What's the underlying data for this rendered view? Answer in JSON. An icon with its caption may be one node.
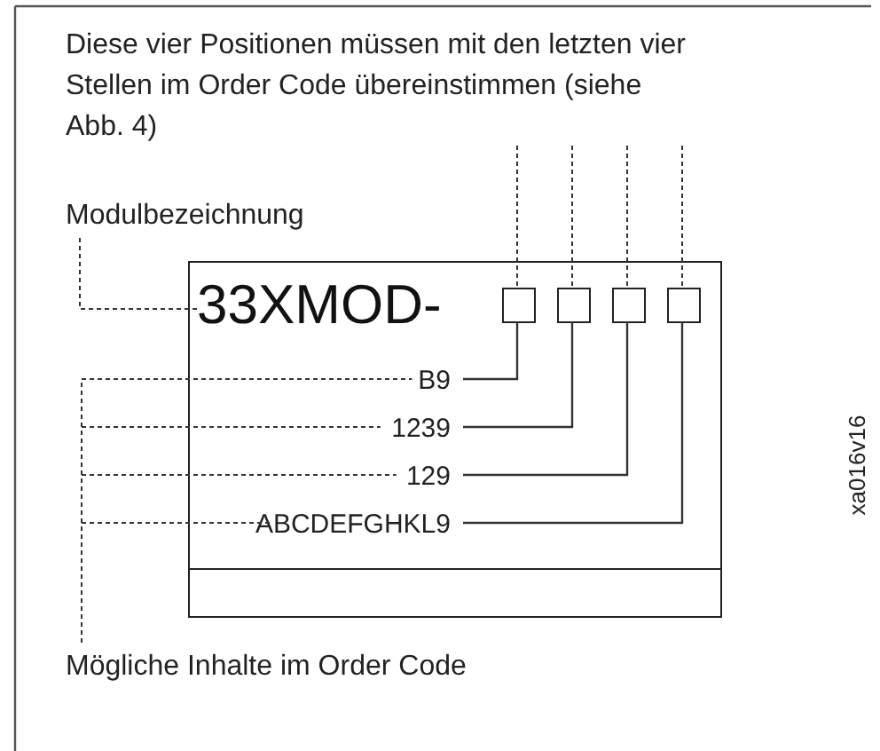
{
  "diagram": {
    "nodes": [
      {
        "text": [
          "Diese vier Positionen müssen mit den letzten vier Stellen im Order Code übereinstimmen (siehe Abb. 4)"
        ]
      },
      {
        "text": [
          "Modulbezeichnung"
        ]
      },
      {
        "text": [],
        "shape": "box"
      },
      {
        "text": [
          "33XMOD-"
        ],
        "in": 2
      },
      {
        "text": [],
        "shape": "box",
        "in": 2
      },
      {
        "text": [],
        "shape": "box",
        "in": 2
      },
      {
        "text": [],
        "shape": "box",
        "in": 2
      },
      {
        "text": [],
        "shape": "box",
        "in": 2
      },
      {
        "text": [
          "B9"
        ],
        "in": 2
      },
      {
        "text": [
          "1239"
        ],
        "in": 2
      },
      {
        "text": [
          "129"
        ],
        "in": 2
      },
      {
        "text": [
          "ABCDEFGHKL9"
        ],
        "in": 2
      },
      {
        "text": [
          "Mögliche Inhalte im Order Code"
        ]
      }
    ],
    "edges": [
      {
        "from": 4,
        "to": 0,
        "arrow": "none",
        "style": "dashed"
      },
      {
        "from": 5,
        "to": 0,
        "arrow": "none",
        "style": "dashed"
      },
      {
        "from": 6,
        "to": 0,
        "arrow": "none",
        "style": "dashed"
      },
      {
        "from": 7,
        "to": 0,
        "arrow": "none",
        "style": "dashed"
      },
      {
        "from": 1,
        "to": 3,
        "arrow": "none",
        "style": "dashed"
      },
      {
        "from": 8,
        "to": 4,
        "arrow": "none"
      },
      {
        "from": 9,
        "to": 5,
        "arrow": "none"
      },
      {
        "from": 10,
        "to": 6,
        "arrow": "none"
      },
      {
        "from": 11,
        "to": 7,
        "arrow": "none"
      },
      {
        "from": 12,
        "to": 8,
        "arrow": "none",
        "style": "dashed"
      },
      {
        "from": 12,
        "to": 9,
        "arrow": "none",
        "style": "dashed"
      },
      {
        "from": 12,
        "to": 10,
        "arrow": "none",
        "style": "dashed"
      },
      {
        "from": 12,
        "to": 11,
        "arrow": "none",
        "style": "dashed"
      }
    ],
    "labels": [
      "xa016v16"
    ]
  }
}
